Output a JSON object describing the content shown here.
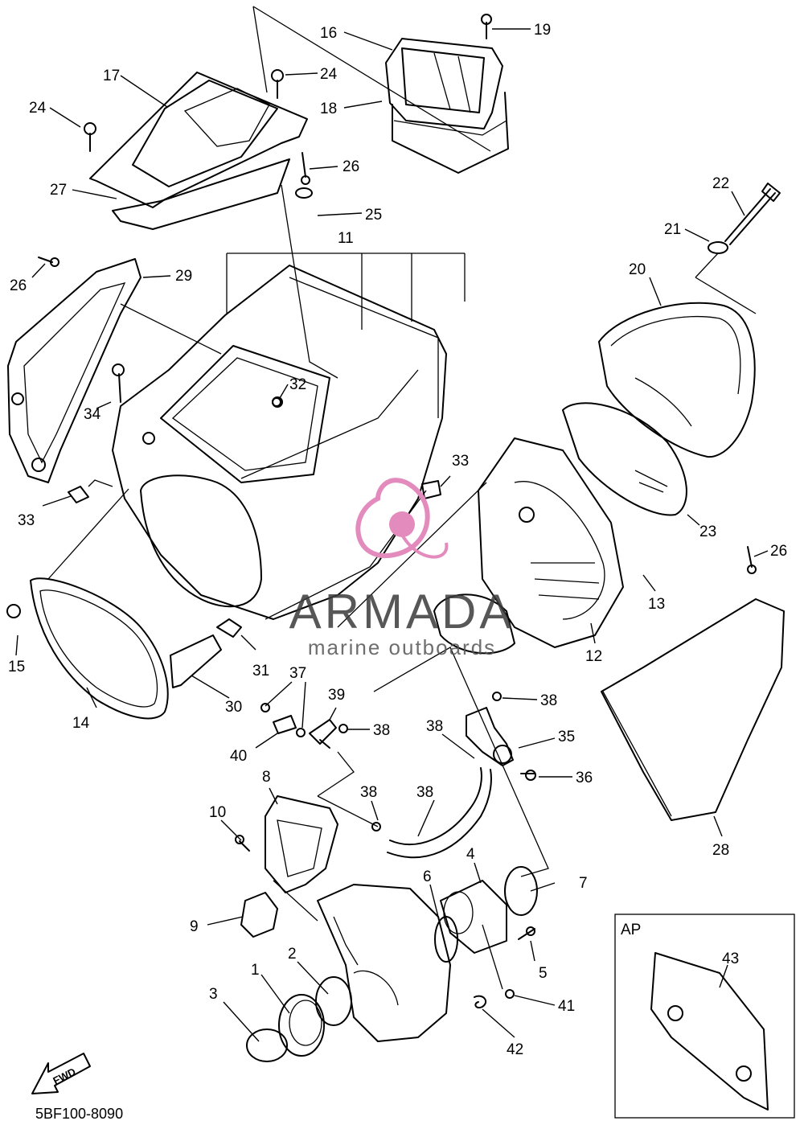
{
  "drawing_code": "5BF100-8090",
  "fwd_label": "FWD",
  "inset_label": "AP",
  "watermark": {
    "brand": "ARMADA",
    "tagline": "marine outboards",
    "accent_color": "#e48bbd"
  },
  "callouts": [
    {
      "id": "1",
      "text": "1"
    },
    {
      "id": "2",
      "text": "2"
    },
    {
      "id": "3",
      "text": "3"
    },
    {
      "id": "4",
      "text": "4"
    },
    {
      "id": "5",
      "text": "5"
    },
    {
      "id": "6",
      "text": "6"
    },
    {
      "id": "7",
      "text": "7"
    },
    {
      "id": "8",
      "text": "8"
    },
    {
      "id": "9",
      "text": "9"
    },
    {
      "id": "10",
      "text": "10"
    },
    {
      "id": "11",
      "text": "11"
    },
    {
      "id": "12",
      "text": "12"
    },
    {
      "id": "13",
      "text": "13"
    },
    {
      "id": "14",
      "text": "14"
    },
    {
      "id": "15",
      "text": "15"
    },
    {
      "id": "16",
      "text": "16"
    },
    {
      "id": "17",
      "text": "17"
    },
    {
      "id": "18",
      "text": "18"
    },
    {
      "id": "19",
      "text": "19"
    },
    {
      "id": "20",
      "text": "20"
    },
    {
      "id": "21",
      "text": "21"
    },
    {
      "id": "22",
      "text": "22"
    },
    {
      "id": "23",
      "text": "23"
    },
    {
      "id": "24a",
      "text": "24"
    },
    {
      "id": "24b",
      "text": "24"
    },
    {
      "id": "25",
      "text": "25"
    },
    {
      "id": "26a",
      "text": "26"
    },
    {
      "id": "26b",
      "text": "26"
    },
    {
      "id": "26c",
      "text": "26"
    },
    {
      "id": "27",
      "text": "27"
    },
    {
      "id": "28",
      "text": "28"
    },
    {
      "id": "29",
      "text": "29"
    },
    {
      "id": "30",
      "text": "30"
    },
    {
      "id": "31",
      "text": "31"
    },
    {
      "id": "32",
      "text": "32"
    },
    {
      "id": "33a",
      "text": "33"
    },
    {
      "id": "33b",
      "text": "33"
    },
    {
      "id": "34",
      "text": "34"
    },
    {
      "id": "35",
      "text": "35"
    },
    {
      "id": "36",
      "text": "36"
    },
    {
      "id": "37",
      "text": "37"
    },
    {
      "id": "38a",
      "text": "38"
    },
    {
      "id": "38b",
      "text": "38"
    },
    {
      "id": "38c",
      "text": "38"
    },
    {
      "id": "38d",
      "text": "38"
    },
    {
      "id": "38e",
      "text": "38"
    },
    {
      "id": "39",
      "text": "39"
    },
    {
      "id": "40",
      "text": "40"
    },
    {
      "id": "41",
      "text": "41"
    },
    {
      "id": "42",
      "text": "42"
    },
    {
      "id": "43",
      "text": "43"
    }
  ]
}
